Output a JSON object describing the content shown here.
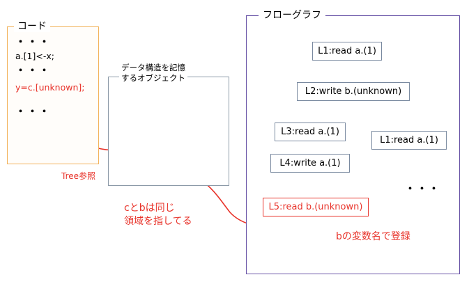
{
  "code": {
    "title": "コード",
    "lines": [
      "・・・",
      "a.[1]<-x;",
      "・・・",
      "y=c.[unknown];",
      "・・・"
    ],
    "highlight_color": "#e8332a"
  },
  "data_structure": {
    "label": "データ構造を記憶\nするオブジェクト"
  },
  "flow_graph": {
    "title": "フローグラフ",
    "nodes": {
      "n1": "L1:read a.(1)",
      "n2": "L2:write b.(unknown)",
      "n3": "L3:read a.(1)",
      "n4": "L4:write a.(1)",
      "n5": "L5:read b.(unknown)",
      "n6": "L1:read a.(1)"
    },
    "ellipsis": "・・・"
  },
  "annotations": {
    "tree_ref": "Tree参照",
    "same_area": "cとbは同じ\n領域を指してる",
    "register": "bの変数名で登録"
  },
  "colors": {
    "accent_red": "#e8332a",
    "code_border": "#f2b25a",
    "flow_border": "#6a55a8",
    "node_border": "#7a8aa0",
    "arrow_gray": "#7f93a8"
  }
}
